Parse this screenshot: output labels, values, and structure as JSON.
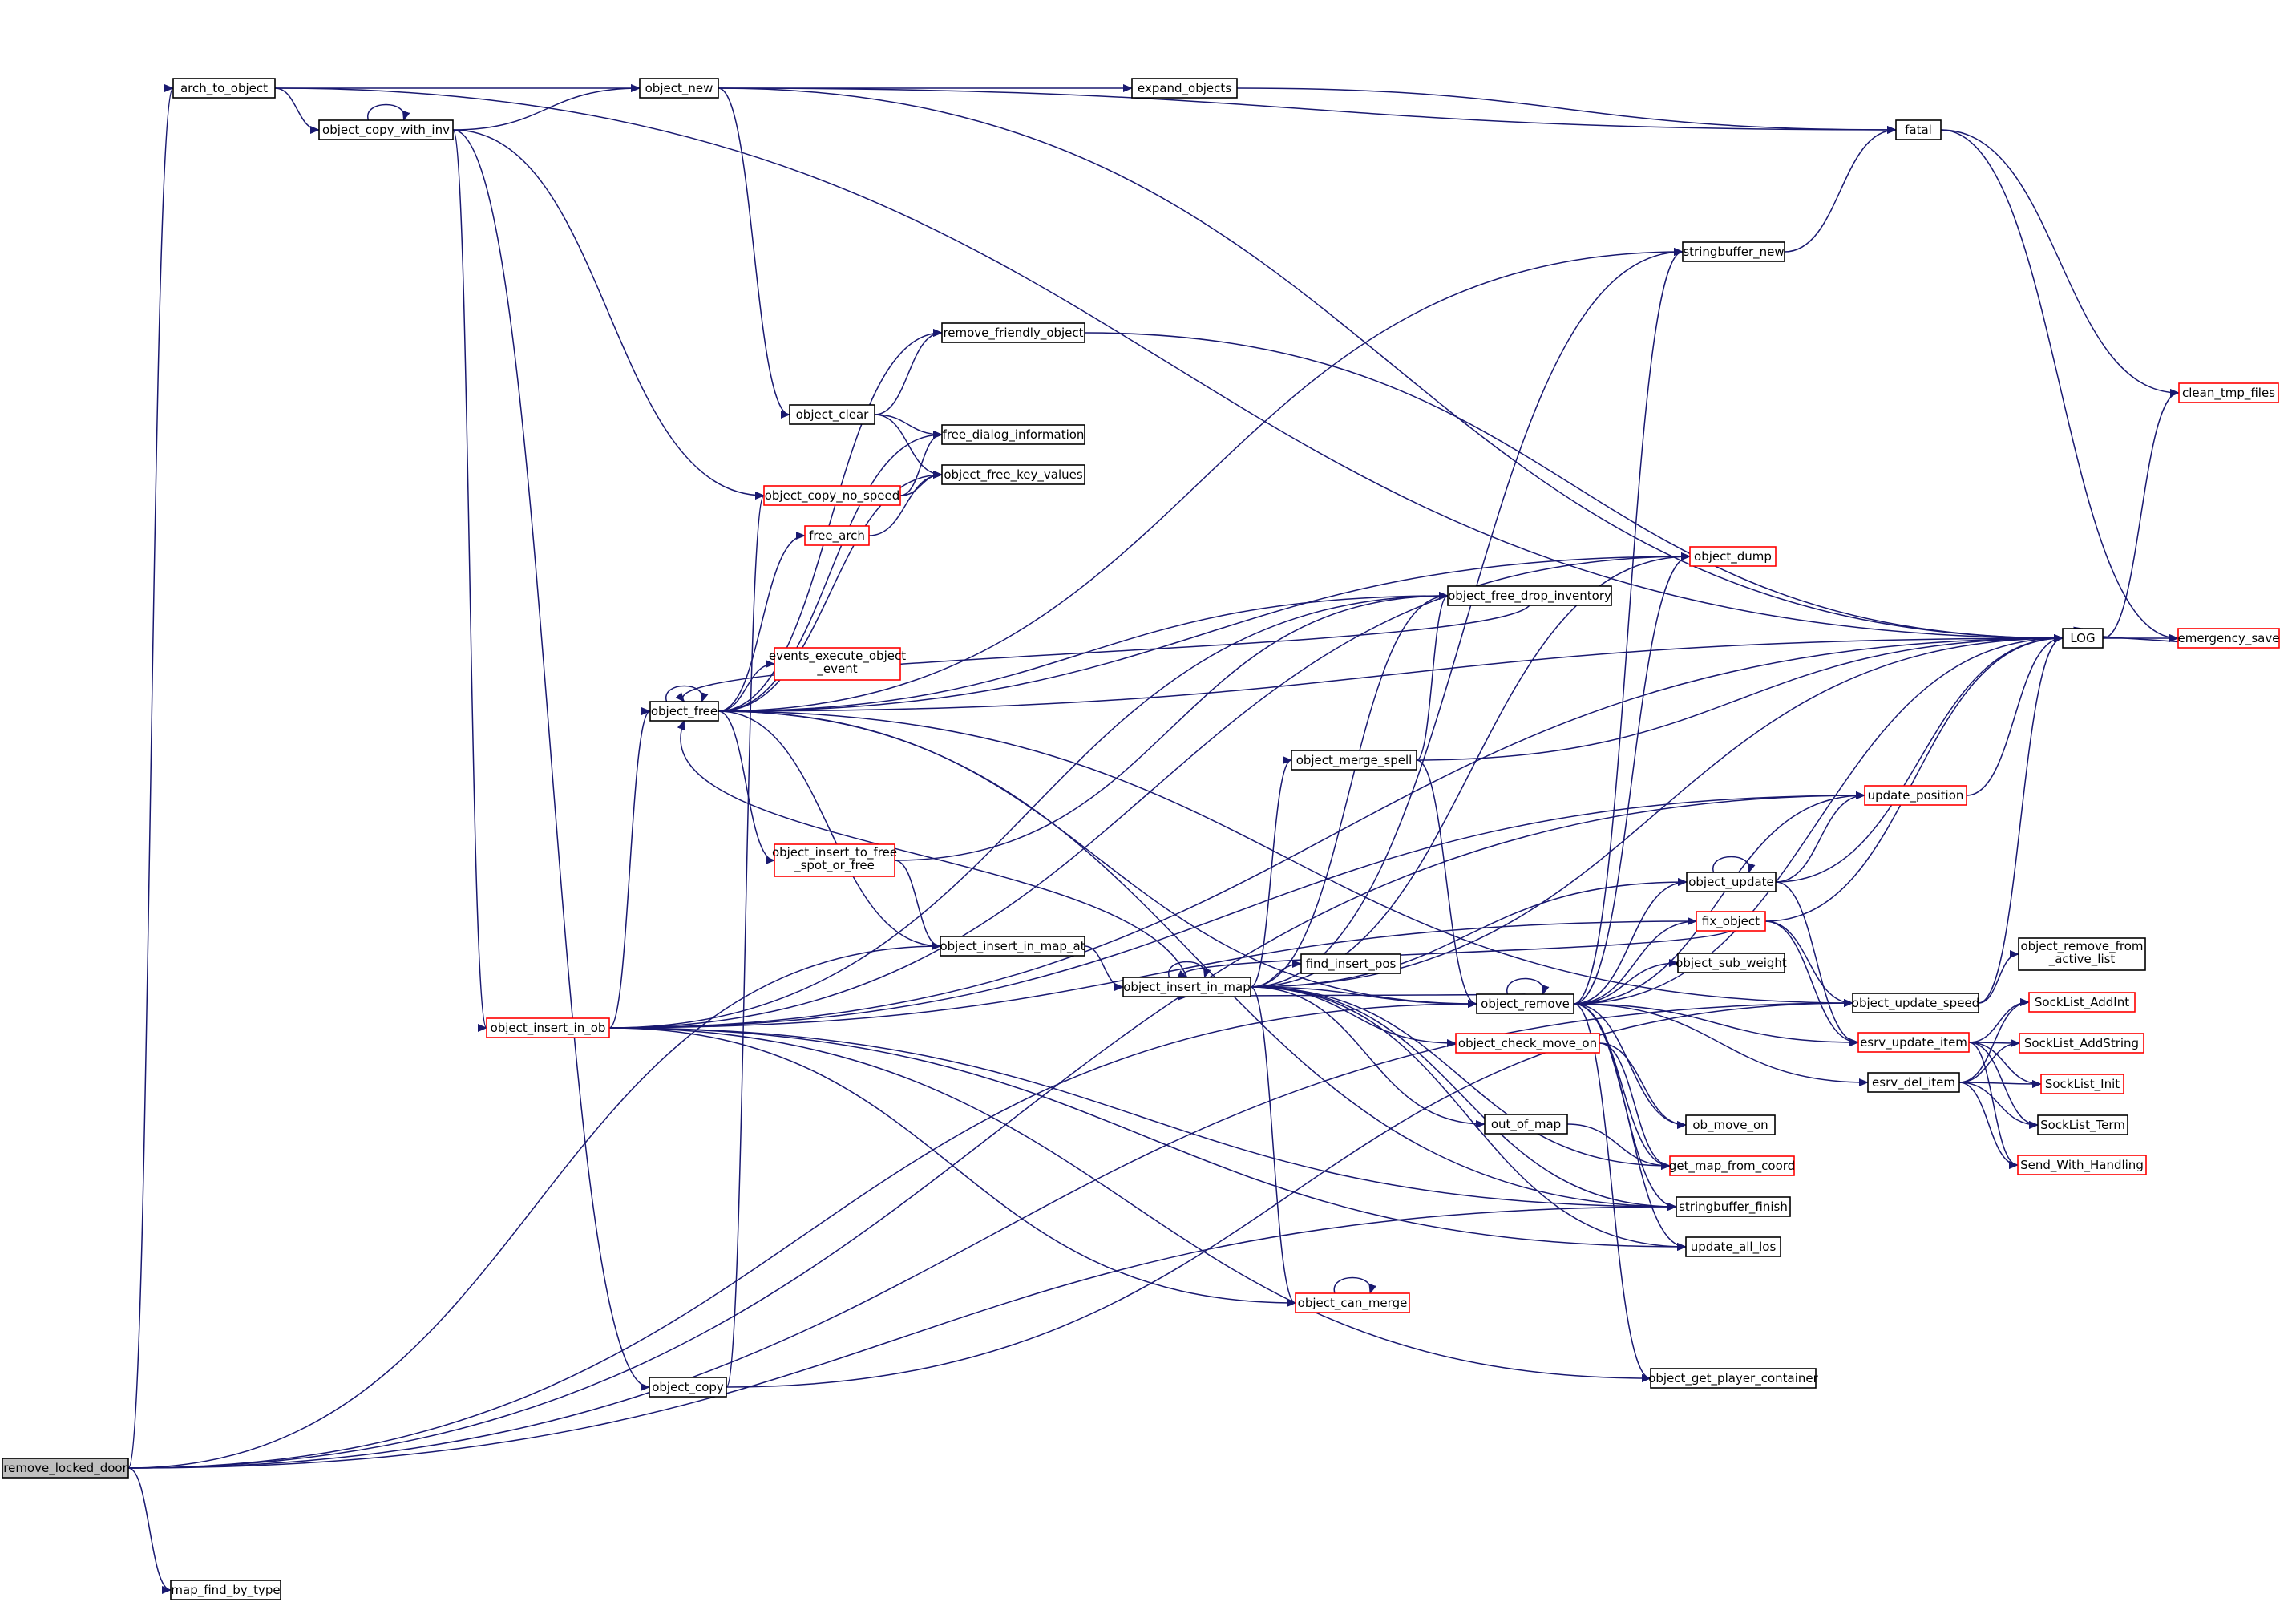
{
  "colors": {
    "edge": "#191970",
    "node_border_black": "#000000",
    "node_border_red": "#ff0000",
    "root_fill": "#bfbfbf",
    "node_fill": "#ffffff",
    "text": "#000000"
  },
  "nodes": [
    {
      "id": "remove_locked_door",
      "label": "remove_locked_door",
      "style": "root"
    },
    {
      "id": "arch_to_object",
      "label": "arch_to_object",
      "style": "black"
    },
    {
      "id": "object_copy_with_inv",
      "label": "object_copy_with_inv",
      "style": "black"
    },
    {
      "id": "object_new",
      "label": "object_new",
      "style": "black"
    },
    {
      "id": "expand_objects",
      "label": "expand_objects",
      "style": "black"
    },
    {
      "id": "fatal",
      "label": "fatal",
      "style": "black"
    },
    {
      "id": "stringbuffer_new",
      "label": "stringbuffer_new",
      "style": "black"
    },
    {
      "id": "remove_friendly_object",
      "label": "remove_friendly_object",
      "style": "black"
    },
    {
      "id": "object_clear",
      "label": "object_clear",
      "style": "black"
    },
    {
      "id": "free_dialog_information",
      "label": "free_dialog_information",
      "style": "black"
    },
    {
      "id": "object_free_key_values",
      "label": "object_free_key_values",
      "style": "black"
    },
    {
      "id": "object_copy_no_speed",
      "label": "object_copy_no_speed",
      "style": "red"
    },
    {
      "id": "free_arch",
      "label": "free_arch",
      "style": "red"
    },
    {
      "id": "object_dump",
      "label": "object_dump",
      "style": "red"
    },
    {
      "id": "object_free_drop_inventory",
      "label": "object_free_drop_inventory",
      "style": "black"
    },
    {
      "id": "events_execute_object_event",
      "label": "events_execute_object\n_event",
      "style": "red"
    },
    {
      "id": "object_free",
      "label": "object_free",
      "style": "black"
    },
    {
      "id": "object_merge_spell",
      "label": "object_merge_spell",
      "style": "black"
    },
    {
      "id": "object_insert_to_free_spot_or_free",
      "label": "object_insert_to_free\n_spot_or_free",
      "style": "red"
    },
    {
      "id": "object_insert_in_map_at",
      "label": "object_insert_in_map_at",
      "style": "black"
    },
    {
      "id": "object_insert_in_map",
      "label": "object_insert_in_map",
      "style": "black"
    },
    {
      "id": "find_insert_pos",
      "label": "find_insert_pos",
      "style": "black"
    },
    {
      "id": "object_insert_in_ob",
      "label": "object_insert_in_ob",
      "style": "red"
    },
    {
      "id": "object_remove",
      "label": "object_remove",
      "style": "black"
    },
    {
      "id": "object_check_move_on",
      "label": "object_check_move_on",
      "style": "red"
    },
    {
      "id": "out_of_map",
      "label": "out_of_map",
      "style": "black"
    },
    {
      "id": "ob_move_on",
      "label": "ob_move_on",
      "style": "black"
    },
    {
      "id": "get_map_from_coord",
      "label": "get_map_from_coord",
      "style": "red"
    },
    {
      "id": "stringbuffer_finish",
      "label": "stringbuffer_finish",
      "style": "black"
    },
    {
      "id": "update_all_los",
      "label": "update_all_los",
      "style": "black"
    },
    {
      "id": "object_can_merge",
      "label": "object_can_merge",
      "style": "red"
    },
    {
      "id": "object_copy",
      "label": "object_copy",
      "style": "black"
    },
    {
      "id": "object_get_player_container",
      "label": "object_get_player_container",
      "style": "black"
    },
    {
      "id": "map_find_by_type",
      "label": "map_find_by_type",
      "style": "black"
    },
    {
      "id": "object_update",
      "label": "object_update",
      "style": "black"
    },
    {
      "id": "fix_object",
      "label": "fix_object",
      "style": "red"
    },
    {
      "id": "object_sub_weight",
      "label": "object_sub_weight",
      "style": "black"
    },
    {
      "id": "object_update_speed",
      "label": "object_update_speed",
      "style": "black"
    },
    {
      "id": "esrv_update_item",
      "label": "esrv_update_item",
      "style": "red"
    },
    {
      "id": "esrv_del_item",
      "label": "esrv_del_item",
      "style": "black"
    },
    {
      "id": "update_position",
      "label": "update_position",
      "style": "red"
    },
    {
      "id": "LOG",
      "label": "LOG",
      "style": "black"
    },
    {
      "id": "emergency_save",
      "label": "emergency_save",
      "style": "red"
    },
    {
      "id": "clean_tmp_files",
      "label": "clean_tmp_files",
      "style": "red"
    },
    {
      "id": "object_remove_from_active_list",
      "label": "object_remove_from\n_active_list",
      "style": "black"
    },
    {
      "id": "SockList_AddInt",
      "label": "SockList_AddInt",
      "style": "red"
    },
    {
      "id": "SockList_AddString",
      "label": "SockList_AddString",
      "style": "red"
    },
    {
      "id": "SockList_Init",
      "label": "SockList_Init",
      "style": "red"
    },
    {
      "id": "SockList_Term",
      "label": "SockList_Term",
      "style": "black"
    },
    {
      "id": "Send_With_Handling",
      "label": "Send_With_Handling",
      "style": "red"
    }
  ],
  "edges": [
    [
      "remove_locked_door",
      "arch_to_object"
    ],
    [
      "remove_locked_door",
      "map_find_by_type"
    ],
    [
      "remove_locked_door",
      "object_insert_in_map_at"
    ],
    [
      "remove_locked_door",
      "object_remove"
    ],
    [
      "remove_locked_door",
      "update_position"
    ],
    [
      "remove_locked_door",
      "stringbuffer_finish"
    ],
    [
      "remove_locked_door",
      "object_update_speed"
    ],
    [
      "arch_to_object",
      "object_new"
    ],
    [
      "arch_to_object",
      "object_copy_with_inv"
    ],
    [
      "arch_to_object",
      "LOG"
    ],
    [
      "object_copy_with_inv",
      "object_copy_with_inv"
    ],
    [
      "object_copy_with_inv",
      "object_new"
    ],
    [
      "object_copy_with_inv",
      "object_copy_no_speed"
    ],
    [
      "object_copy_with_inv",
      "object_insert_in_ob"
    ],
    [
      "object_copy_with_inv",
      "object_copy"
    ],
    [
      "object_new",
      "expand_objects"
    ],
    [
      "object_new",
      "fatal"
    ],
    [
      "object_new",
      "object_clear"
    ],
    [
      "object_new",
      "LOG"
    ],
    [
      "expand_objects",
      "fatal"
    ],
    [
      "fatal",
      "clean_tmp_files"
    ],
    [
      "fatal",
      "emergency_save"
    ],
    [
      "stringbuffer_new",
      "fatal"
    ],
    [
      "object_clear",
      "remove_friendly_object"
    ],
    [
      "object_clear",
      "free_dialog_information"
    ],
    [
      "object_clear",
      "object_free_key_values"
    ],
    [
      "remove_friendly_object",
      "LOG"
    ],
    [
      "object_copy_no_speed",
      "free_dialog_information"
    ],
    [
      "object_copy_no_speed",
      "object_free_key_values"
    ],
    [
      "free_arch",
      "object_free_key_values"
    ],
    [
      "object_free",
      "object_free"
    ],
    [
      "object_free",
      "remove_friendly_object"
    ],
    [
      "object_free",
      "free_dialog_information"
    ],
    [
      "object_free",
      "object_free_key_values"
    ],
    [
      "object_free",
      "free_arch"
    ],
    [
      "object_free",
      "object_dump"
    ],
    [
      "object_free",
      "object_free_drop_inventory"
    ],
    [
      "object_free",
      "events_execute_object_event"
    ],
    [
      "object_free",
      "object_insert_to_free_spot_or_free"
    ],
    [
      "object_free",
      "object_insert_in_map_at"
    ],
    [
      "object_free",
      "object_remove"
    ],
    [
      "object_free",
      "stringbuffer_new"
    ],
    [
      "object_free",
      "stringbuffer_finish"
    ],
    [
      "object_free",
      "object_update_speed"
    ],
    [
      "object_free",
      "LOG"
    ],
    [
      "object_free_drop_inventory",
      "object_free"
    ],
    [
      "object_insert_to_free_spot_or_free",
      "object_insert_in_map_at"
    ],
    [
      "object_insert_to_free_spot_or_free",
      "object_free_drop_inventory"
    ],
    [
      "object_insert_in_map_at",
      "object_insert_in_map"
    ],
    [
      "object_insert_in_map",
      "object_insert_in_map"
    ],
    [
      "object_insert_in_map",
      "object_free"
    ],
    [
      "object_insert_in_map",
      "object_free_drop_inventory"
    ],
    [
      "object_insert_in_map",
      "object_merge_spell"
    ],
    [
      "object_insert_in_map",
      "find_insert_pos"
    ],
    [
      "object_insert_in_map",
      "object_remove"
    ],
    [
      "object_insert_in_map",
      "object_check_move_on"
    ],
    [
      "object_insert_in_map",
      "out_of_map"
    ],
    [
      "object_insert_in_map",
      "get_map_from_coord"
    ],
    [
      "object_insert_in_map",
      "stringbuffer_finish"
    ],
    [
      "object_insert_in_map",
      "update_all_los"
    ],
    [
      "object_insert_in_map",
      "object_can_merge"
    ],
    [
      "object_insert_in_map",
      "stringbuffer_new"
    ],
    [
      "object_insert_in_map",
      "object_dump"
    ],
    [
      "object_insert_in_map",
      "object_update"
    ],
    [
      "object_insert_in_map",
      "LOG"
    ],
    [
      "object_merge_spell",
      "object_free_drop_inventory"
    ],
    [
      "object_merge_spell",
      "object_remove"
    ],
    [
      "object_merge_spell",
      "LOG"
    ],
    [
      "object_insert_in_ob",
      "object_free"
    ],
    [
      "object_insert_in_ob",
      "object_can_merge"
    ],
    [
      "object_insert_in_ob",
      "fix_object"
    ],
    [
      "object_insert_in_ob",
      "update_position"
    ],
    [
      "object_insert_in_ob",
      "update_all_los"
    ],
    [
      "object_insert_in_ob",
      "object_get_player_container"
    ],
    [
      "object_insert_in_ob",
      "stringbuffer_finish"
    ],
    [
      "object_insert_in_ob",
      "object_dump"
    ],
    [
      "object_insert_in_ob",
      "LOG"
    ],
    [
      "object_insert_in_ob",
      "object_free_drop_inventory"
    ],
    [
      "object_copy",
      "object_copy_no_speed"
    ],
    [
      "object_copy",
      "object_update_speed"
    ],
    [
      "object_remove",
      "object_remove"
    ],
    [
      "object_remove",
      "object_insert_in_map"
    ],
    [
      "object_remove",
      "object_update"
    ],
    [
      "object_remove",
      "fix_object"
    ],
    [
      "object_remove",
      "object_sub_weight"
    ],
    [
      "object_remove",
      "esrv_update_item"
    ],
    [
      "object_remove",
      "esrv_del_item"
    ],
    [
      "object_remove",
      "ob_move_on"
    ],
    [
      "object_remove",
      "get_map_from_coord"
    ],
    [
      "object_remove",
      "stringbuffer_finish"
    ],
    [
      "object_remove",
      "update_all_los"
    ],
    [
      "object_remove",
      "object_get_player_container"
    ],
    [
      "object_remove",
      "update_position"
    ],
    [
      "object_remove",
      "object_dump"
    ],
    [
      "object_remove",
      "stringbuffer_new"
    ],
    [
      "object_remove",
      "LOG"
    ],
    [
      "object_check_move_on",
      "ob_move_on"
    ],
    [
      "object_check_move_on",
      "get_map_from_coord"
    ],
    [
      "out_of_map",
      "get_map_from_coord"
    ],
    [
      "object_can_merge",
      "object_can_merge"
    ],
    [
      "object_update",
      "object_update"
    ],
    [
      "object_update",
      "update_position"
    ],
    [
      "object_update",
      "esrv_update_item"
    ],
    [
      "object_update",
      "LOG"
    ],
    [
      "fix_object",
      "object_update_speed"
    ],
    [
      "fix_object",
      "esrv_update_item"
    ],
    [
      "fix_object",
      "LOG"
    ],
    [
      "fix_object",
      "object_insert_in_map"
    ],
    [
      "object_update_speed",
      "object_remove_from_active_list"
    ],
    [
      "object_update_speed",
      "LOG"
    ],
    [
      "update_position",
      "LOG"
    ],
    [
      "esrv_update_item",
      "SockList_AddInt"
    ],
    [
      "esrv_update_item",
      "SockList_AddString"
    ],
    [
      "esrv_update_item",
      "SockList_Init"
    ],
    [
      "esrv_update_item",
      "SockList_Term"
    ],
    [
      "esrv_update_item",
      "Send_With_Handling"
    ],
    [
      "esrv_del_item",
      "SockList_AddInt"
    ],
    [
      "esrv_del_item",
      "SockList_AddString"
    ],
    [
      "esrv_del_item",
      "SockList_Init"
    ],
    [
      "esrv_del_item",
      "SockList_Term"
    ],
    [
      "esrv_del_item",
      "Send_With_Handling"
    ],
    [
      "LOG",
      "clean_tmp_files"
    ],
    [
      "LOG",
      "emergency_save"
    ],
    [
      "emergency_save",
      "LOG"
    ]
  ]
}
